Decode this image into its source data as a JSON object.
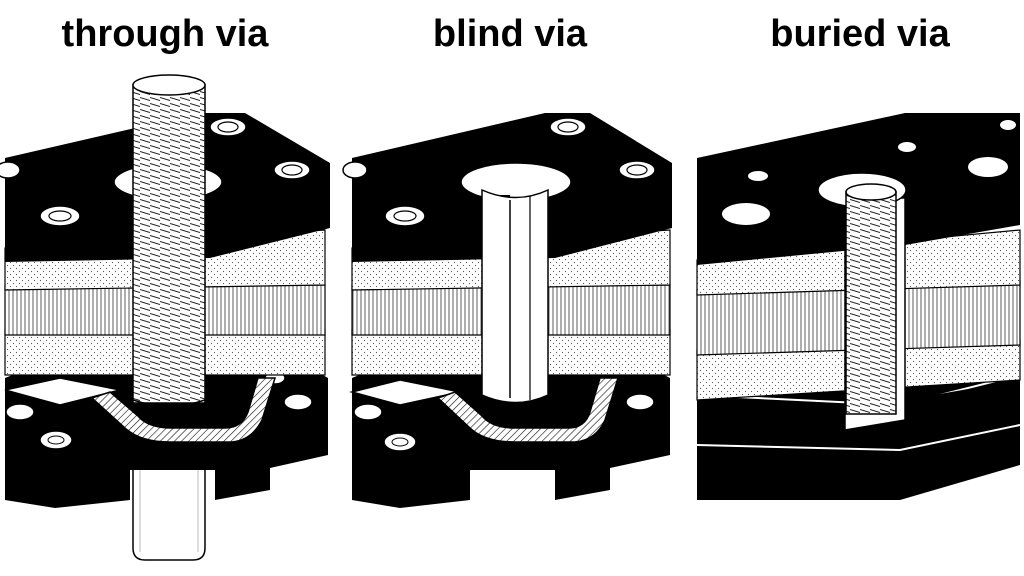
{
  "panels": [
    {
      "id": "through",
      "title": "through via"
    },
    {
      "id": "blind",
      "title": "blind via"
    },
    {
      "id": "buried",
      "title": "buried via"
    }
  ],
  "colors": {
    "laminate": "#000000",
    "outline": "#000000",
    "core": "#ffffff",
    "background": "#ffffff"
  }
}
